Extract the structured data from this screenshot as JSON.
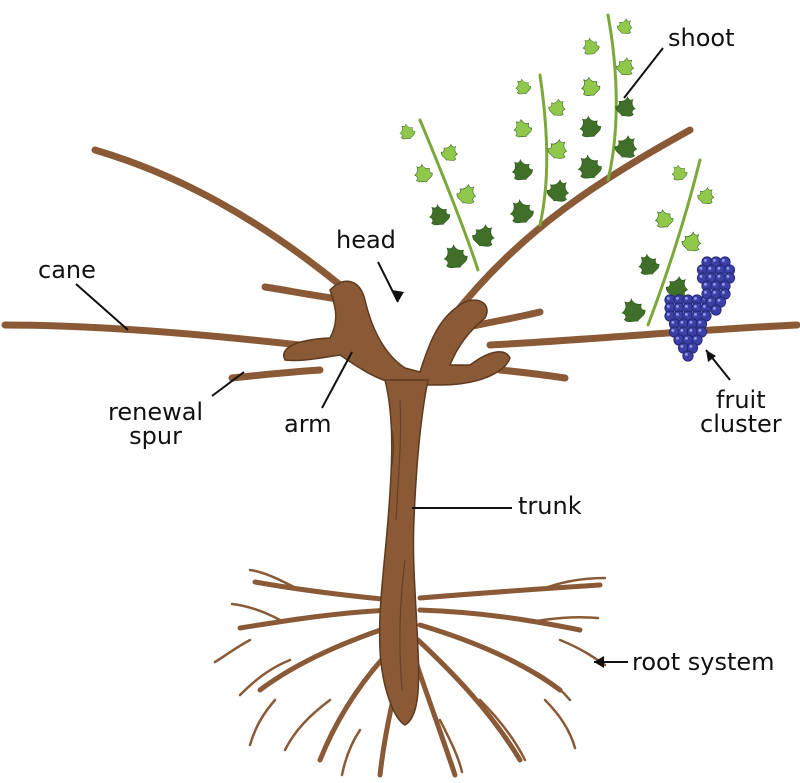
{
  "labels": {
    "shoot": "shoot",
    "head": "head",
    "cane": "cane",
    "renewal_spur_line1": "renewal",
    "renewal_spur_line2": "spur",
    "arm": "arm",
    "trunk": "trunk",
    "fruit_cluster_line1": "fruit",
    "fruit_cluster_line2": "cluster",
    "root_system": "root system"
  },
  "colors": {
    "wood": "#8a5a36",
    "wood_dark": "#5e3a1f",
    "leaf_light": "#8fc84a",
    "leaf_dark": "#3f6f28",
    "stem": "#7aa83a",
    "grape": "#3b3fa6",
    "grape_highlight": "#8e95e6",
    "leader_line": "#111111"
  }
}
